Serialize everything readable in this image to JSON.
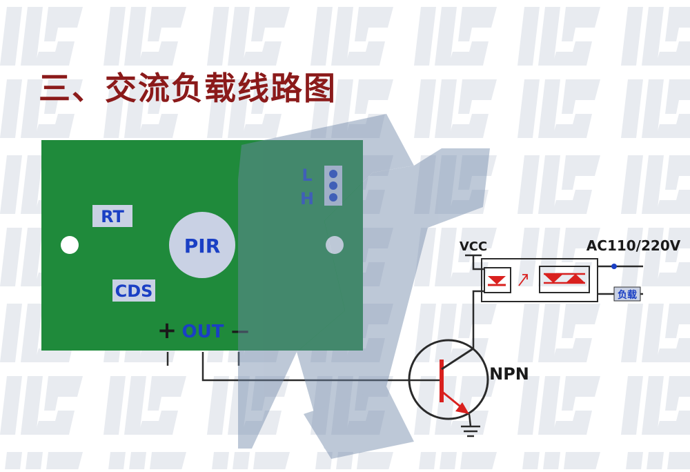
{
  "title": "三、交流负载线路图",
  "board": {
    "color": "#1f8a3b",
    "labels": {
      "rt": "RT",
      "cds": "CDS",
      "pir": "PIR",
      "jumper_l": "L",
      "jumper_h": "H",
      "plus": "+",
      "out": "OUT",
      "minus": "—"
    }
  },
  "circuit": {
    "vcc": "VCC",
    "ac_supply": "AC110/220V",
    "load": "负载",
    "transistor": "NPN"
  },
  "colors": {
    "title": "#8b1a1a",
    "board_green": "#1f8a3b",
    "label_blue": "#1a3fc4",
    "label_bg": "#c9d1e4",
    "wire": "#2a2a2a",
    "diode_red": "#d9201e",
    "watermark": "#6f87a8"
  },
  "icons": [
    "mounting-hole-icon",
    "optocoupler-led-icon",
    "triac-icon",
    "ground-icon",
    "npn-transistor-icon"
  ]
}
